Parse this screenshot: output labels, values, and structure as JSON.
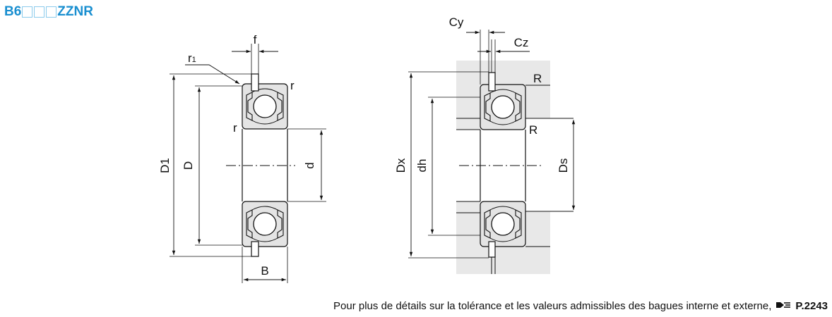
{
  "title": {
    "prefix": "B6",
    "suffix": "ZZNR",
    "placeholder_boxes": 3
  },
  "labels": {
    "f": "f",
    "r1": "r1",
    "r_top": "r",
    "r_left": "r",
    "D1": "D1",
    "D": "D",
    "d": "d",
    "B": "B",
    "Cy": "Cy",
    "Cz": "Cz",
    "R_top": "R",
    "R_mid": "R",
    "Dx": "Dx",
    "dh": "dh",
    "Ds": "Ds"
  },
  "footer": {
    "text": "Pour plus de détails sur la tolérance et les valeurs admissibles des bagues interne et externe,",
    "ref": "P.2243",
    "icon": "book-reference-icon"
  },
  "colors": {
    "title": "#1a8fd0",
    "title_box": "#8ccbec",
    "ring_fill": "#e4e4e4",
    "mount_fill": "#e8e8e8"
  }
}
